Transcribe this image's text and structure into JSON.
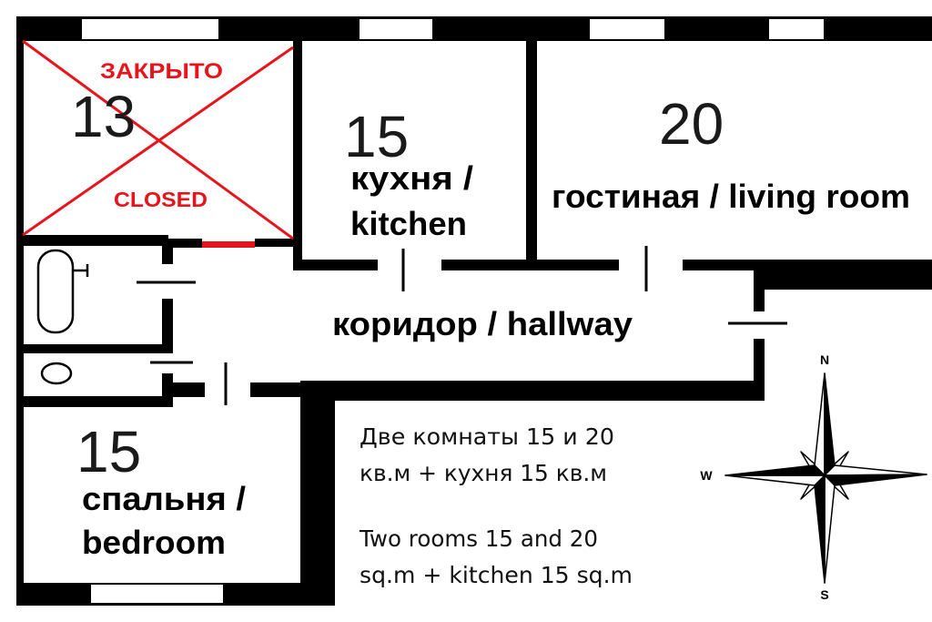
{
  "plan": {
    "closed_room": {
      "number": "13",
      "status_ru": "ЗАКРЫТО",
      "status_en": "CLOSED"
    },
    "kitchen": {
      "number": "15",
      "label_line1": "кухня /",
      "label_line2": "kitchen"
    },
    "living_room": {
      "number": "20",
      "label": "гостиная / living room"
    },
    "hallway": {
      "label": "коридор / hallway"
    },
    "bedroom": {
      "number": "15",
      "label_line1": "спальня /",
      "label_line2": "bedroom"
    }
  },
  "summary": {
    "lines_ru": [
      "Две комнаты 15 и 20",
      "кв.м + кухня 15 кв.м"
    ],
    "lines_en": [
      "Two rooms 15 and 20",
      "sq.m + kitchen 15 sq.m"
    ]
  },
  "compass": {
    "north": "N",
    "south": "S",
    "west": "W"
  },
  "colors": {
    "wall": "#000000",
    "closed_mark": "#e8141c",
    "background": "#ffffff"
  }
}
